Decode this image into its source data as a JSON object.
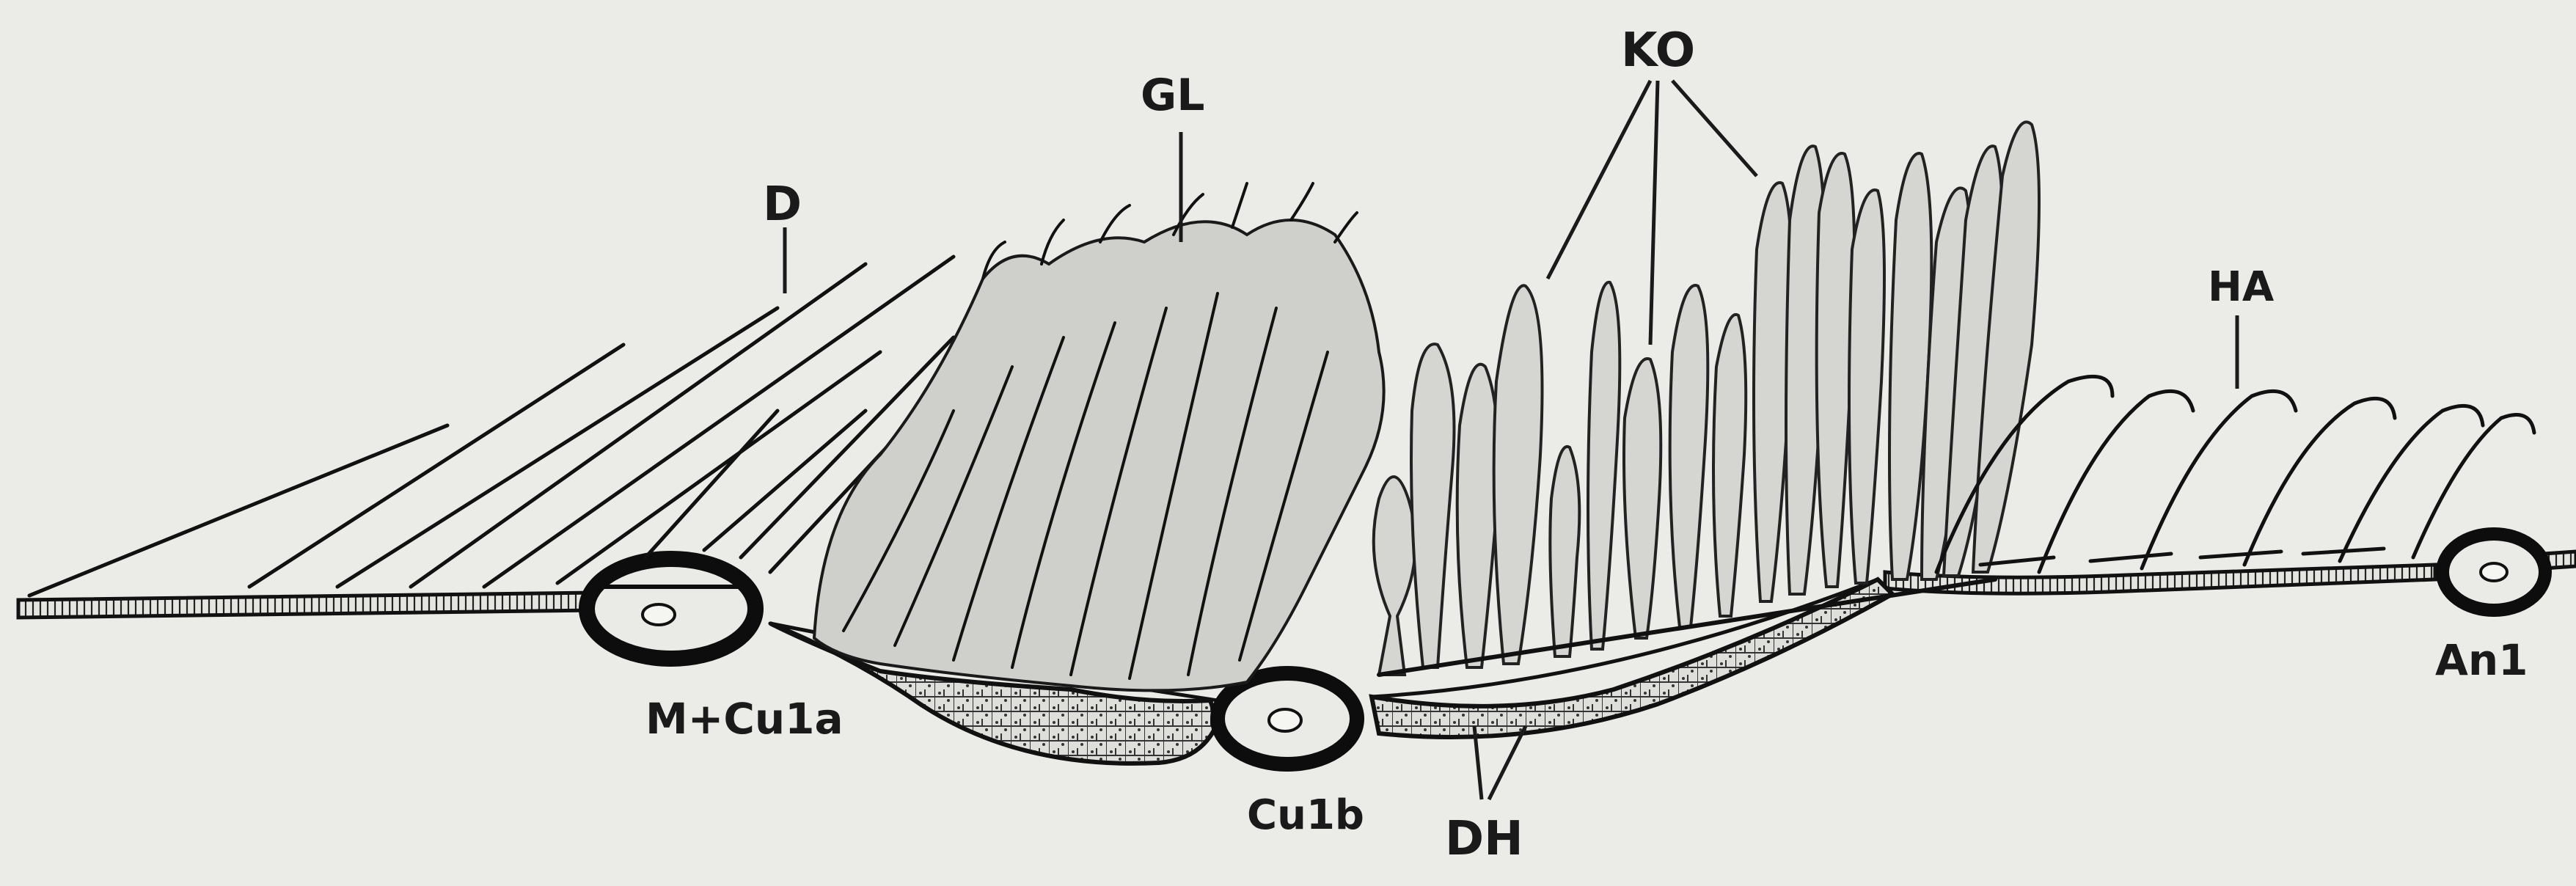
{
  "figure": {
    "labels": {
      "d": "D",
      "gl": "GL",
      "ko": "KO",
      "ha": "HA",
      "m_cu1a": "M+Cu1a",
      "cu1b": "Cu1b",
      "dh": "DH",
      "an1": "An1"
    }
  }
}
